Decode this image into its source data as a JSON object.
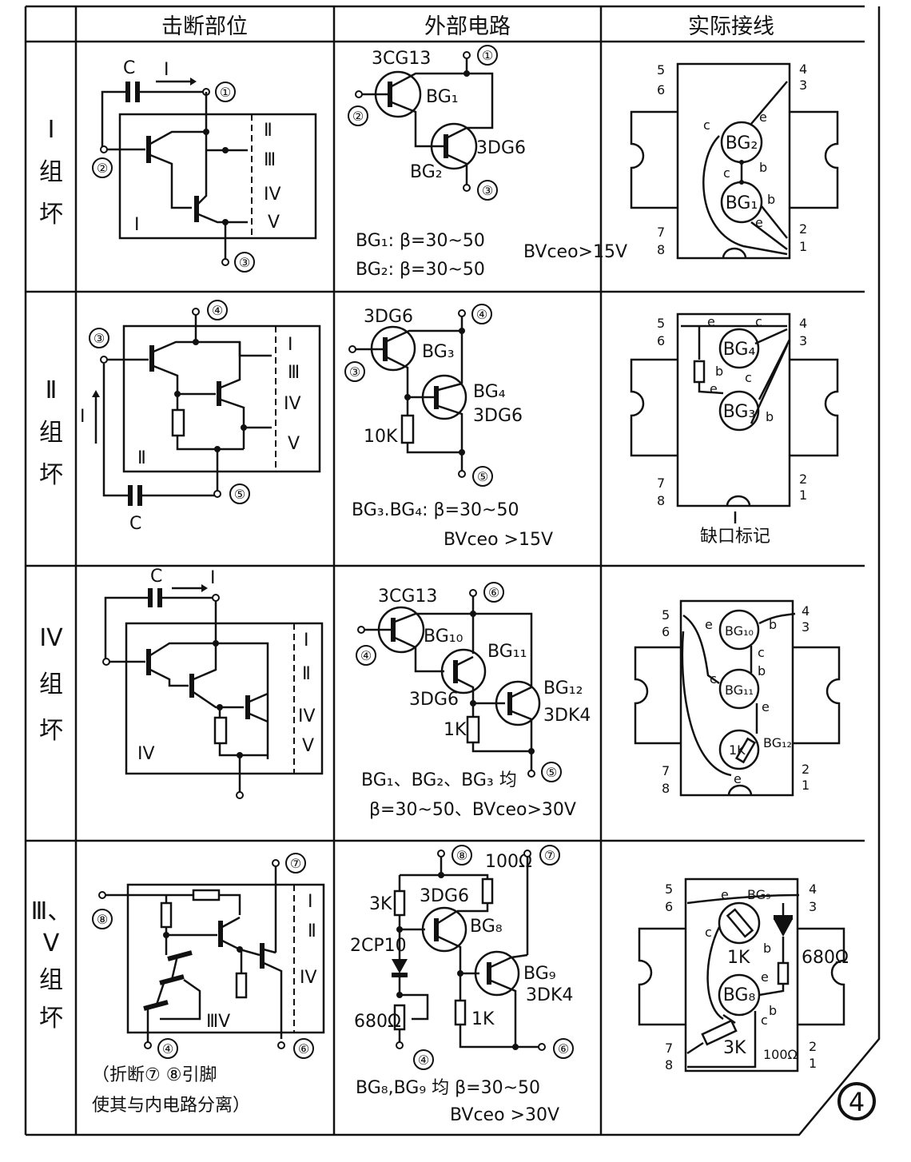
{
  "headers": [
    "击断部位",
    "外部电路",
    "实际接线"
  ],
  "rows": [
    {
      "label": [
        "I",
        "组",
        "坏"
      ],
      "fault": {
        "c_label": "C",
        "i_label": "I",
        "nodes": [
          "①",
          "②",
          "③"
        ],
        "sections": [
          "Ⅱ",
          "Ⅲ",
          "IV",
          "V"
        ],
        "group": "I"
      },
      "external": {
        "t1": "3CG13",
        "t2": "3DG6",
        "q1": "BG₁",
        "q2": "BG₂",
        "nodes": [
          "①",
          "②",
          "③"
        ],
        "note1": "BG₁: β=30~50",
        "note2": "BG₂: β=30~50",
        "note3": "BVceo>15V"
      },
      "wiring": {
        "pins_left": [
          "5",
          "6",
          "7",
          "8"
        ],
        "pins_right": [
          "4",
          "3",
          "2",
          "1"
        ],
        "q_top": "BG₂",
        "q_bot": "BG₁",
        "terms": [
          "c",
          "e",
          "c",
          "b",
          "b",
          "e"
        ]
      }
    },
    {
      "label": [
        "Ⅱ",
        "组",
        "坏"
      ],
      "fault": {
        "c_label": "C",
        "i_label": "I",
        "nodes": [
          "③",
          "④",
          "⑤"
        ],
        "sections": [
          "I",
          "Ⅲ",
          "IV",
          "V"
        ],
        "group": "Ⅱ"
      },
      "external": {
        "t1": "3DG6",
        "t2": "3DG6",
        "q1": "BG₃",
        "q2": "BG₄",
        "res": "10K",
        "nodes": [
          "③",
          "④",
          "⑤"
        ],
        "note1": "BG₃.BG₄:  β=30~50",
        "note2": "BVceo >15V"
      },
      "wiring": {
        "pins_left": [
          "5",
          "6",
          "7",
          "8"
        ],
        "pins_right": [
          "4",
          "3",
          "2",
          "1"
        ],
        "q_top": "BG₄",
        "q_bot": "BG₃",
        "terms": [
          "e",
          "c",
          "b",
          "c",
          "e",
          "b"
        ],
        "notch": "缺口标记"
      }
    },
    {
      "label": [
        "IV",
        "组",
        "坏"
      ],
      "fault": {
        "c_label": "C",
        "i_label": "I",
        "sections": [
          "I",
          "Ⅱ",
          "IV",
          "V"
        ],
        "group": "IV"
      },
      "external": {
        "t1": "3CG13",
        "t2": "3DG6",
        "t3": "3DK4",
        "q1": "BG₁₀",
        "q2": "BG₁₁",
        "q3": "BG₁₂",
        "res": "1K",
        "nodes": [
          "④",
          "⑤",
          "⑥"
        ],
        "note1": "BG₁、BG₂、BG₃ 均",
        "note2": "β=30~50、BVceo>30V"
      },
      "wiring": {
        "pins_left": [
          "5",
          "6",
          "7",
          "8"
        ],
        "pins_right": [
          "4",
          "3",
          "2",
          "1"
        ],
        "q1": "BG₁₀",
        "q2": "BG₁₁",
        "q3": "BG₁₂",
        "res": "1K",
        "terms": [
          "e",
          "b",
          "c",
          "b",
          "c",
          "e",
          "e"
        ]
      }
    },
    {
      "label": [
        "Ⅲ、",
        "V",
        "组",
        "坏"
      ],
      "fault": {
        "nodes": [
          "⑦",
          "⑧",
          "④",
          "⑥"
        ],
        "sections": [
          "I",
          "Ⅱ",
          "IV"
        ],
        "group": "ⅢV",
        "note1": "（折断⑦  ⑧引脚",
        "note2": "使其与内电路分离）"
      },
      "external": {
        "t1": "3DG6",
        "t2": "3DK4",
        "q1": "BG₈",
        "q2": "BG₉",
        "r1": "3K",
        "r2": "100Ω",
        "r3": "1K",
        "r4": "680Ω",
        "diode": "2CP10",
        "nodes": [
          "⑧",
          "⑦",
          "④",
          "⑥"
        ],
        "note1": "BG₈,BG₉ 均 β=30~50",
        "note2": "BVceo >30V"
      },
      "wiring": {
        "pins_left": [
          "5",
          "6",
          "7",
          "8"
        ],
        "pins_right": [
          "4",
          "3",
          "2",
          "1"
        ],
        "q_top": "BG₉",
        "q_bot": "BG₈",
        "r1": "1K",
        "r2": "680Ω",
        "r3": "3K",
        "r4": "100Ω",
        "terms": [
          "e",
          "c",
          "b",
          "e",
          "c",
          "b"
        ]
      }
    }
  ],
  "page_number": "④"
}
